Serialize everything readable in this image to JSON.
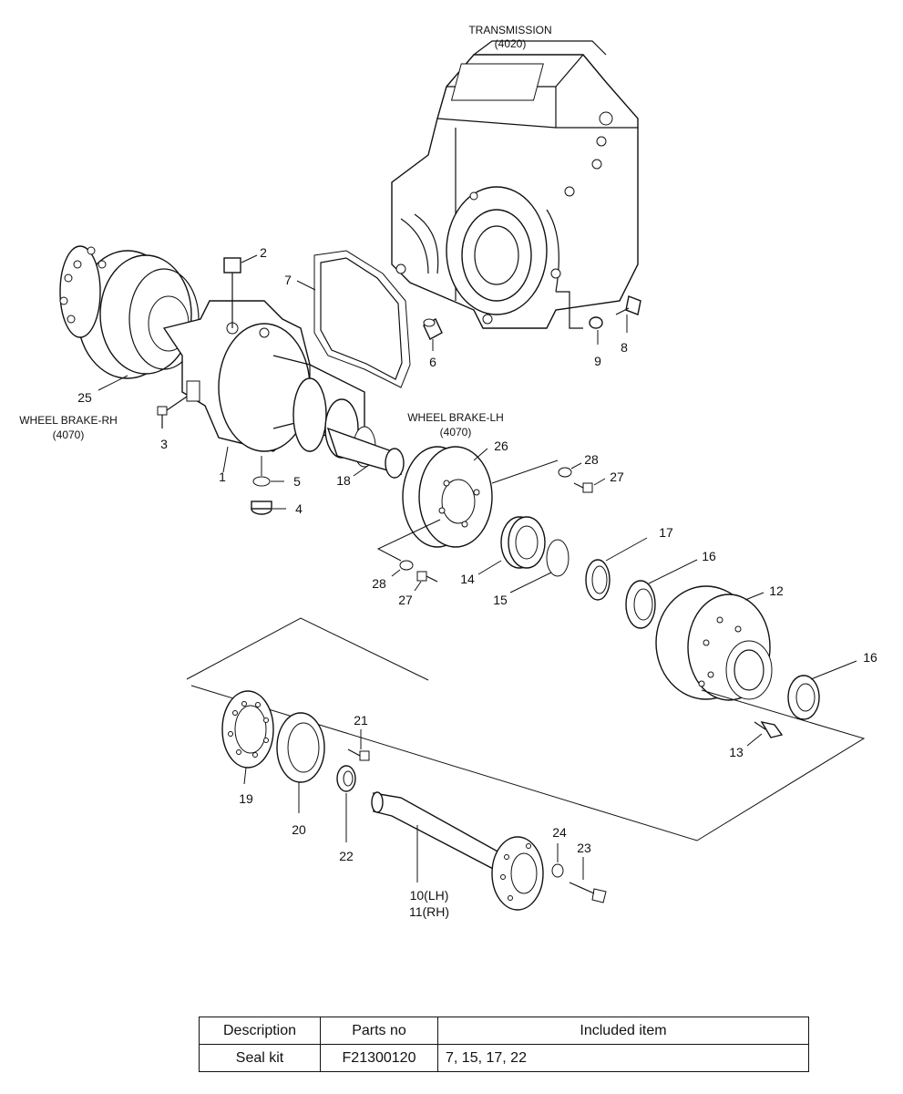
{
  "labels": {
    "transmission": "TRANSMISSION",
    "transmission_code": "(4020)",
    "wheel_brake_rh": "WHEEL BRAKE-RH",
    "wheel_brake_rh_code": "(4070)",
    "wheel_brake_lh": "WHEEL BRAKE-LH",
    "wheel_brake_lh_code": "(4070)"
  },
  "callouts": {
    "c1": "1",
    "c2": "2",
    "c3": "3",
    "c4": "4",
    "c5": "5",
    "c6": "6",
    "c7": "7",
    "c8": "8",
    "c9": "9",
    "c10": "10(LH)",
    "c11": "11(RH)",
    "c12": "12",
    "c13": "13",
    "c14": "14",
    "c15": "15",
    "c16a": "16",
    "c16b": "16",
    "c17": "17",
    "c18": "18",
    "c19": "19",
    "c20": "20",
    "c21": "21",
    "c22": "22",
    "c23": "23",
    "c24": "24",
    "c25": "25",
    "c26": "26",
    "c27a": "27",
    "c27b": "27",
    "c28a": "28",
    "c28b": "28"
  },
  "table": {
    "headers": [
      "Description",
      "Parts no",
      "Included item"
    ],
    "rows": [
      [
        "Seal kit",
        "F21300120",
        "7, 15, 17, 22"
      ]
    ]
  }
}
